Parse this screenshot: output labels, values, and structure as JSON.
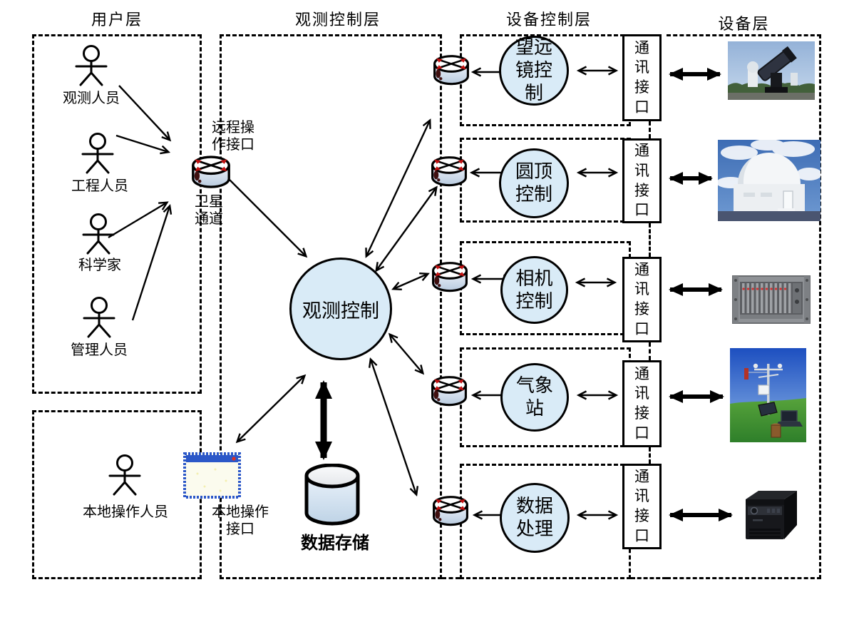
{
  "headers": {
    "user_layer": "用户层",
    "obs_control_layer": "观测控制层",
    "device_control_layer": "设备控制层",
    "device_layer": "设备层"
  },
  "users": {
    "actors": [
      {
        "label": "观测人员"
      },
      {
        "label": "工程人员"
      },
      {
        "label": "科学家"
      },
      {
        "label": "管理人员"
      }
    ],
    "local_actor_label": "本地操作人员"
  },
  "obs": {
    "remote_interface_label": "远程操作接口",
    "satellite_channel_label": "卫星通道",
    "control_label": "观测控制",
    "storage_label": "数据存储",
    "local_interface_label": "本地操作接口"
  },
  "groups": [
    {
      "controller": "望远镜控制",
      "comm": "通讯接口",
      "device": "telescope"
    },
    {
      "controller": "圆顶控制",
      "comm": "通讯接口",
      "device": "observatory-dome"
    },
    {
      "controller": "相机控制",
      "comm": "通讯接口",
      "device": "camera-electronics-rack"
    },
    {
      "controller": "气象站",
      "comm": "通讯接口",
      "device": "weather-station"
    },
    {
      "controller": "数据处理",
      "comm": "通讯接口",
      "device": "storage-server"
    }
  ],
  "colors": {
    "node_fill": "#d9ebf7",
    "line": "#000000",
    "window_blue": "#2b57c8",
    "router_red": "#cc1111"
  }
}
